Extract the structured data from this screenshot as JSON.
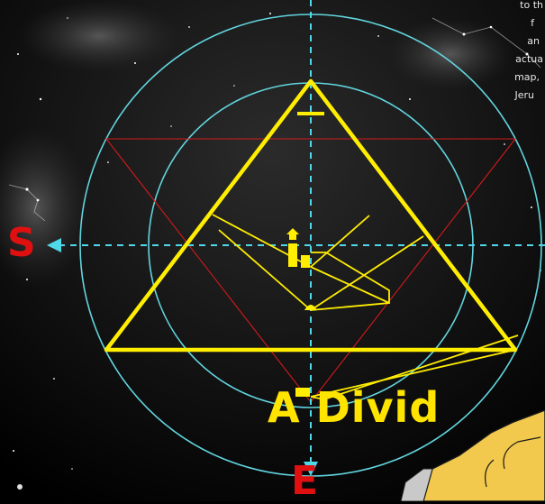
{
  "labels": {
    "south": "S",
    "east": "E"
  },
  "banner": {
    "text": "A Divid"
  },
  "caption_fragment": {
    "line1": "to th",
    "line2": "f",
    "line3": "an",
    "line4": "actua",
    "line5": "map,",
    "line6": "Jeru"
  },
  "colors": {
    "background": "#000000",
    "axis": "#4fd8ea",
    "rings": "#62d6e0",
    "pyramid": "#ffee00",
    "inverted_triangle": "#d41a1a",
    "direction_labels": "#e01010",
    "banner_text": "#ffe400",
    "banner_panel": "#f2c94c"
  }
}
